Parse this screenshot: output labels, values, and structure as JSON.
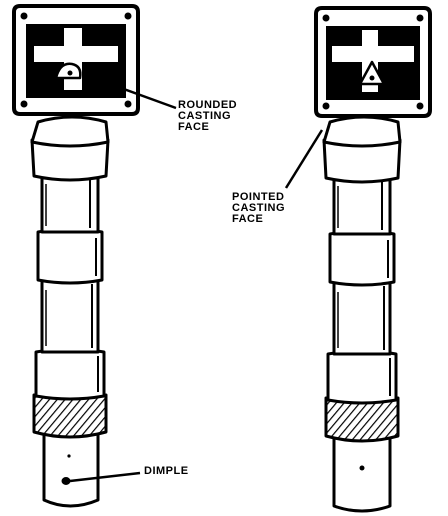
{
  "callouts": {
    "rounded": [
      "ROUNDED",
      "CASTING",
      "FACE"
    ],
    "pointed": [
      "POINTED",
      "CASTING",
      "FACE"
    ],
    "dimple": "DIMPLE"
  },
  "colors": {
    "ink": "#000000",
    "paper": "#ffffff"
  }
}
